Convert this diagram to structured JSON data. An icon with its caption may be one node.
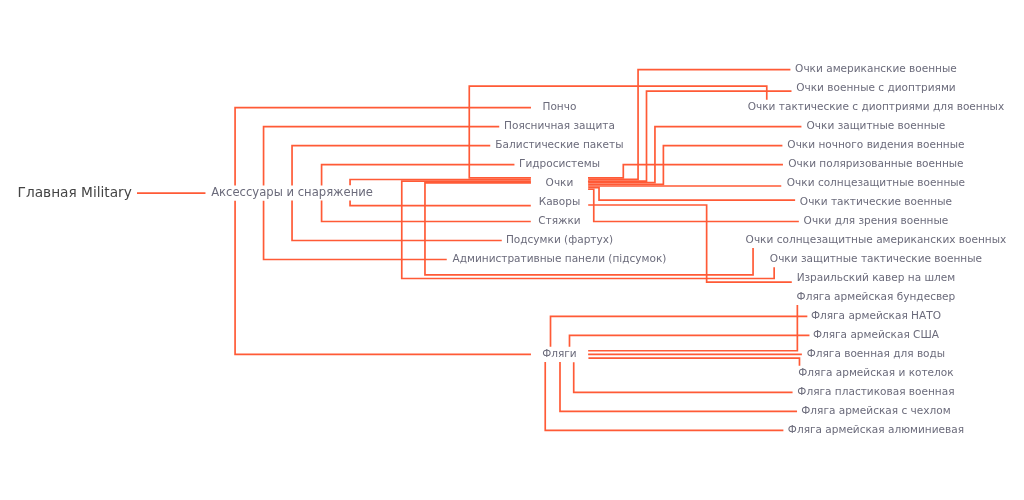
{
  "diagram": {
    "nodes": [
      {
        "text": [
          "Главная Military"
        ]
      },
      {
        "text": [
          "Аксессуары и снаряжение"
        ]
      },
      {
        "text": [
          "Пончо"
        ]
      },
      {
        "text": [
          "Поясничная защита"
        ]
      },
      {
        "text": [
          "Балистические пакеты"
        ]
      },
      {
        "text": [
          "Гидросистемы"
        ]
      },
      {
        "text": [
          "Очки"
        ]
      },
      {
        "text": [
          "Каворы"
        ]
      },
      {
        "text": [
          "Стяжки"
        ]
      },
      {
        "text": [
          "Подсумки (фартух)"
        ]
      },
      {
        "text": [
          "Административные панели (підсумок)"
        ]
      },
      {
        "text": [
          "Фляги"
        ]
      },
      {
        "text": [
          "Очки американские военные"
        ]
      },
      {
        "text": [
          "Очки военные с диоптриями"
        ]
      },
      {
        "text": [
          "Очки тактические с диоптриями для военных"
        ]
      },
      {
        "text": [
          "Очки защитные военные"
        ]
      },
      {
        "text": [
          "Очки ночного видения военные"
        ]
      },
      {
        "text": [
          "Очки поляризованные военные"
        ]
      },
      {
        "text": [
          "Очки солнцезащитные военные"
        ]
      },
      {
        "text": [
          "Очки тактические военные"
        ]
      },
      {
        "text": [
          "Очки для зрения военные"
        ]
      },
      {
        "text": [
          "Очки солнцезащитные американских военных"
        ]
      },
      {
        "text": [
          "Очки защитные тактические военные"
        ]
      },
      {
        "text": [
          "Израильский кавер на шлем"
        ]
      },
      {
        "text": [
          "Фляга армейская бундесвер"
        ]
      },
      {
        "text": [
          "Фляга армейская НАТО"
        ]
      },
      {
        "text": [
          "Фляга армейская США"
        ]
      },
      {
        "text": [
          "Фляга военная для воды"
        ]
      },
      {
        "text": [
          "Фляга армейская и котелок"
        ]
      },
      {
        "text": [
          "Фляга пластиковая военная"
        ]
      },
      {
        "text": [
          "Фляга армейская с чехлом"
        ]
      },
      {
        "text": [
          "Фляга армейская алюминиевая"
        ]
      }
    ],
    "edges": [
      {
        "from": 0,
        "to": 1,
        "arrow": "none"
      },
      {
        "from": 1,
        "to": 2,
        "arrow": "none"
      },
      {
        "from": 1,
        "to": 3,
        "arrow": "none"
      },
      {
        "from": 1,
        "to": 4,
        "arrow": "none"
      },
      {
        "from": 1,
        "to": 5,
        "arrow": "none"
      },
      {
        "from": 1,
        "to": 6,
        "arrow": "none"
      },
      {
        "from": 1,
        "to": 7,
        "arrow": "none"
      },
      {
        "from": 1,
        "to": 8,
        "arrow": "none"
      },
      {
        "from": 1,
        "to": 9,
        "arrow": "none"
      },
      {
        "from": 1,
        "to": 10,
        "arrow": "none"
      },
      {
        "from": 1,
        "to": 11,
        "arrow": "none"
      },
      {
        "from": 6,
        "to": 12,
        "arrow": "none"
      },
      {
        "from": 6,
        "to": 13,
        "arrow": "none"
      },
      {
        "from": 6,
        "to": 14,
        "arrow": "none"
      },
      {
        "from": 6,
        "to": 15,
        "arrow": "none"
      },
      {
        "from": 6,
        "to": 16,
        "arrow": "none"
      },
      {
        "from": 6,
        "to": 17,
        "arrow": "none"
      },
      {
        "from": 6,
        "to": 18,
        "arrow": "none"
      },
      {
        "from": 6,
        "to": 19,
        "arrow": "none"
      },
      {
        "from": 6,
        "to": 20,
        "arrow": "none"
      },
      {
        "from": 6,
        "to": 21,
        "arrow": "none"
      },
      {
        "from": 6,
        "to": 22,
        "arrow": "none"
      },
      {
        "from": 7,
        "to": 23,
        "arrow": "none"
      },
      {
        "from": 11,
        "to": 24,
        "arrow": "none"
      },
      {
        "from": 11,
        "to": 25,
        "arrow": "none"
      },
      {
        "from": 11,
        "to": 26,
        "arrow": "none"
      },
      {
        "from": 11,
        "to": 27,
        "arrow": "none"
      },
      {
        "from": 11,
        "to": 28,
        "arrow": "none"
      },
      {
        "from": 11,
        "to": 29,
        "arrow": "none"
      },
      {
        "from": 11,
        "to": 30,
        "arrow": "none"
      },
      {
        "from": 11,
        "to": 31,
        "arrow": "none"
      }
    ]
  }
}
